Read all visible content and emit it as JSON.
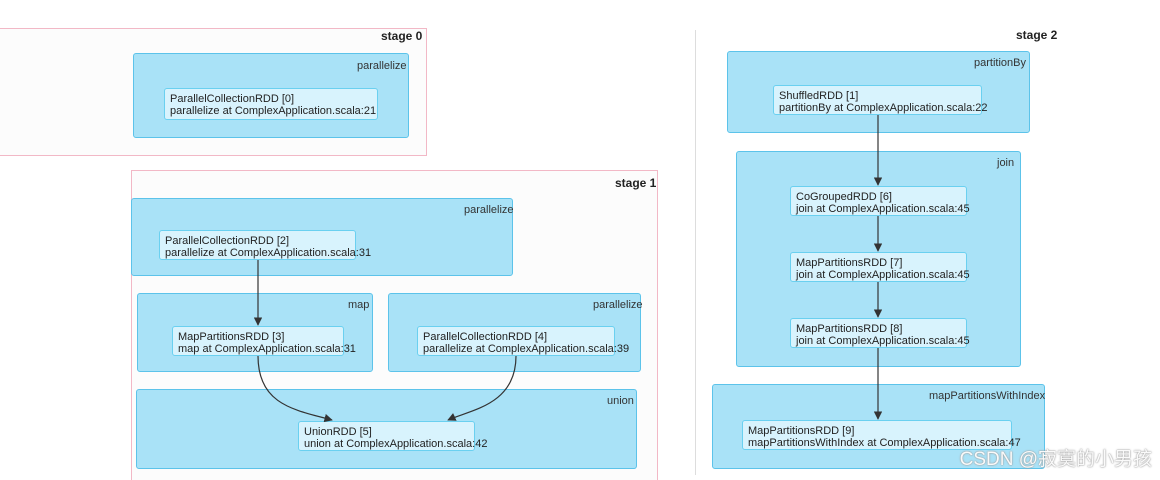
{
  "stages": [
    {
      "title": "stage 0",
      "ops": [
        {
          "label": "parallelize",
          "rdds": [
            {
              "line1": "ParallelCollectionRDD [0]",
              "line2": "parallelize at ComplexApplication.scala:21"
            }
          ]
        }
      ]
    },
    {
      "title": "stage 1",
      "ops": [
        {
          "label": "parallelize",
          "rdds": [
            {
              "line1": "ParallelCollectionRDD [2]",
              "line2": "parallelize at ComplexApplication.scala:31"
            }
          ]
        },
        {
          "label": "map",
          "rdds": [
            {
              "line1": "MapPartitionsRDD [3]",
              "line2": "map at ComplexApplication.scala:31"
            }
          ]
        },
        {
          "label": "parallelize",
          "rdds": [
            {
              "line1": "ParallelCollectionRDD [4]",
              "line2": "parallelize at ComplexApplication.scala:39"
            }
          ]
        },
        {
          "label": "union",
          "rdds": [
            {
              "line1": "UnionRDD [5]",
              "line2": "union at ComplexApplication.scala:42"
            }
          ]
        }
      ]
    },
    {
      "title": "stage 2",
      "ops": [
        {
          "label": "partitionBy",
          "rdds": [
            {
              "line1": "ShuffledRDD [1]",
              "line2": "partitionBy at ComplexApplication.scala:22"
            }
          ]
        },
        {
          "label": "join",
          "rdds": [
            {
              "line1": "CoGroupedRDD [6]",
              "line2": "join at ComplexApplication.scala:45"
            },
            {
              "line1": "MapPartitionsRDD [7]",
              "line2": "join at ComplexApplication.scala:45"
            },
            {
              "line1": "MapPartitionsRDD [8]",
              "line2": "join at ComplexApplication.scala:45"
            }
          ]
        },
        {
          "label": "mapPartitionsWithIndex",
          "rdds": [
            {
              "line1": "MapPartitionsRDD [9]",
              "line2": "mapPartitionsWithIndex at ComplexApplication.scala:47"
            }
          ]
        }
      ]
    }
  ],
  "edges": [
    {
      "from": "RDD [2]",
      "to": "RDD [3]"
    },
    {
      "from": "RDD [3]",
      "to": "RDD [5]"
    },
    {
      "from": "RDD [4]",
      "to": "RDD [5]"
    },
    {
      "from": "RDD [1]",
      "to": "RDD [6]"
    },
    {
      "from": "RDD [6]",
      "to": "RDD [7]"
    },
    {
      "from": "RDD [7]",
      "to": "RDD [8]"
    },
    {
      "from": "RDD [8]",
      "to": "RDD [9]"
    }
  ],
  "watermark": "CSDN @寂寞的小男孩",
  "colors": {
    "op_fill": "#a9e2f7",
    "op_border": "#5cc3ea",
    "rdd_fill": "#d8f3fd",
    "stage_border": "#f2b8c6",
    "edge": "#333333"
  }
}
